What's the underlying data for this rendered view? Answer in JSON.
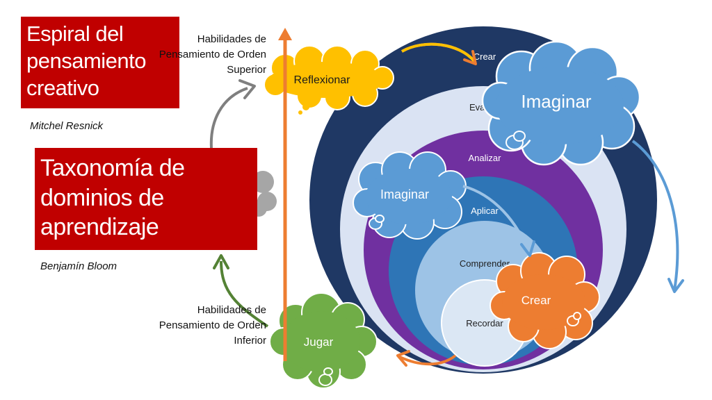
{
  "titles": {
    "spiral": "Espiral del pensamiento creativo",
    "taxonomy": "Taxonomía de dominios de aprendizaje"
  },
  "authors": {
    "spiral": "Mitchel Resnick",
    "taxonomy": "Benjamín Bloom"
  },
  "axis_labels": {
    "higher_order": "Habilidades de Pensamiento de Orden Superior",
    "lower_order": "Habilidades de Pensamiento de Orden Inferior"
  },
  "bloom_levels": {
    "create": "Crear",
    "evaluate": "Evaluar",
    "analyze": "Analizar",
    "apply": "Aplicar",
    "understand": "Comprender",
    "remember": "Recordar"
  },
  "spiral_steps": {
    "reflect": "Reflexionar",
    "imagine_large": "Imaginar",
    "imagine_small": "Imaginar",
    "create": "Crear",
    "play": "Jugar"
  },
  "colors": {
    "title_red": "#c00000",
    "navy": "#1f3864",
    "pale": "#dae3f3",
    "purple": "#7030a0",
    "mid_blue": "#2e75b6",
    "light_blue": "#9dc3e6",
    "pale_center": "#dbe7f4",
    "cloud_blue": "#5b9bd5",
    "cloud_orange": "#ed7d31",
    "cloud_green": "#70ad47",
    "cloud_yellow": "#ffc000",
    "axis_orange": "#ed7d31",
    "arrow_gray": "#7f7f7f"
  }
}
